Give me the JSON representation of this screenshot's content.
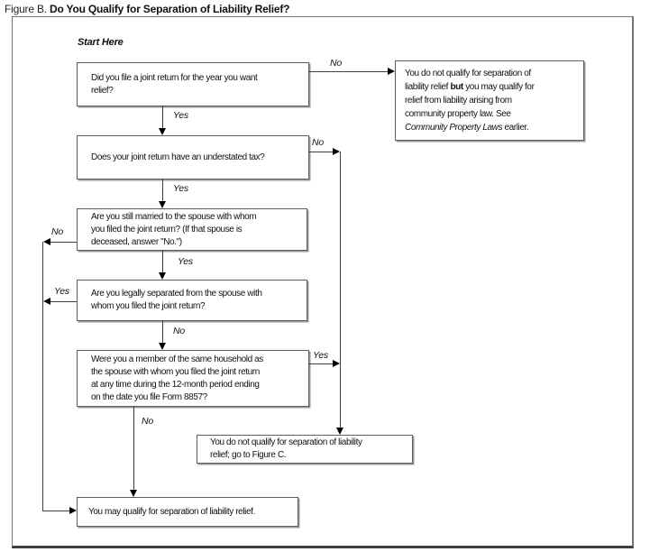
{
  "figure": {
    "label": "Figure B.",
    "title": "Do You Qualify for Separation of Liability Relief?"
  },
  "start_here": "Start Here",
  "nodes": {
    "q1": {
      "lines": [
        "Did you file a joint return for the year you want",
        "relief?"
      ]
    },
    "q2": {
      "lines": [
        "Does your joint return have an understated tax?"
      ]
    },
    "q3": {
      "lines": [
        "Are you still married to the spouse with whom",
        "you filed the joint return? (If that spouse is",
        "deceased, answer \"No.\")"
      ]
    },
    "q4": {
      "lines": [
        "Are you legally separated from the spouse with",
        "whom you filed the joint return?"
      ]
    },
    "q5": {
      "lines": [
        "Were you a member of the same household as",
        "the spouse with whom you filed the joint return",
        "at any time during the 12-month period ending",
        "on the date you file Form 8857?"
      ]
    },
    "outcome_community_property": {
      "line1": "You do not qualify for separation of",
      "line2_pre": "liability relief ",
      "line2_bold": "but",
      "line2_post": " you may qualify for",
      "line3": "relief from liability arising from",
      "line4": "community property law. See",
      "line5_italic": "Community Property Laws",
      "line5_post": " earlier."
    },
    "outcome_figure_c": {
      "lines": [
        "You do not qualify for separation of liability",
        "relief; go to Figure C."
      ]
    },
    "outcome_qualify": {
      "lines": [
        "You may qualify for separation of liability relief."
      ]
    }
  },
  "edge_labels": {
    "q1_no": "No",
    "q1_yes": "Yes",
    "q2_no": "No",
    "q2_yes": "Yes",
    "q3_no": "No",
    "q3_yes": "Yes",
    "q4_yes": "Yes",
    "q4_no": "No",
    "q5_yes": "Yes",
    "q5_no": "No"
  },
  "colors": {
    "background": "#ffffff",
    "text": "#111111",
    "box_border": "#5e5e5e",
    "connector_line": "#3f3f3f",
    "arrowhead": "#000000"
  }
}
